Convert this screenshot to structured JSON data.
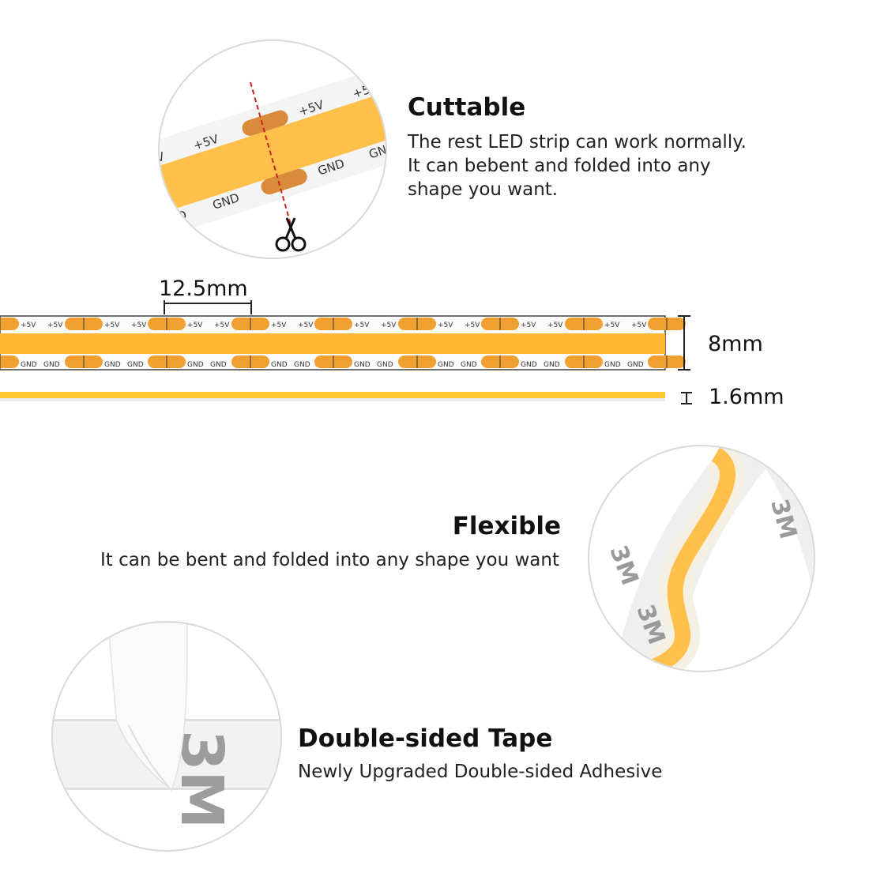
{
  "cuttable": {
    "title": "Cuttable",
    "lines": [
      "The rest LED strip can work normally.",
      "It can bebent and folded into any",
      "shape you want."
    ],
    "strip_labels": {
      "pos": "+5V",
      "gnd": "GND"
    }
  },
  "dimensions": {
    "segment": "12.5mm",
    "width": "8mm",
    "thickness": "1.6mm",
    "pad_labels": {
      "pos": "+5V",
      "gnd": "GND"
    }
  },
  "flexible": {
    "title": "Flexible",
    "desc": "It can be bent and folded into any shape you want",
    "tape_brand": "3M"
  },
  "tape": {
    "title": "Double-sided Tape",
    "desc": "Newly Upgraded Double-sided Adhesive",
    "tape_brand": "3M"
  },
  "colors": {
    "led_yellow": "#ffb833",
    "copper_pad": "#d98a3a",
    "circle_border": "#d9d9d9",
    "cut_line": "#cc2222"
  }
}
